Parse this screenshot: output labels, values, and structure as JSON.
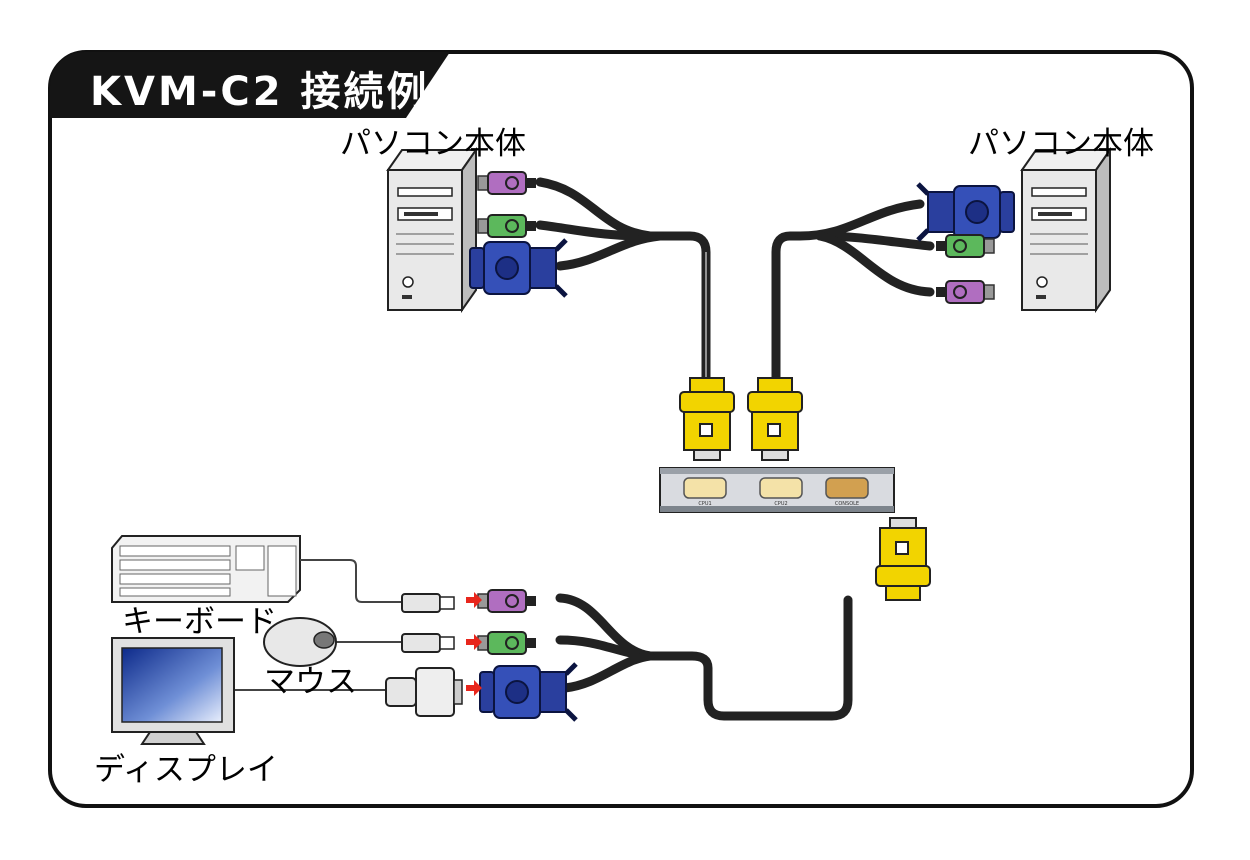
{
  "title": "KVM-C2 接続例",
  "labels": {
    "pc_left": "パソコン本体",
    "pc_right": "パソコン本体",
    "keyboard": "キーボード",
    "mouse": "マウス",
    "display": "ディスプレイ"
  },
  "switch_ports": {
    "cpu1": "CPU1",
    "cpu2": "CPU2",
    "console": "CONSOLE"
  },
  "colors": {
    "ps2_mouse": "#b06ec0",
    "ps2_keyboard": "#5cb85c",
    "vga": "#2a3f9e",
    "yellow_connector": "#f2d400",
    "cable": "#222222",
    "arrow": "#e8261c"
  }
}
